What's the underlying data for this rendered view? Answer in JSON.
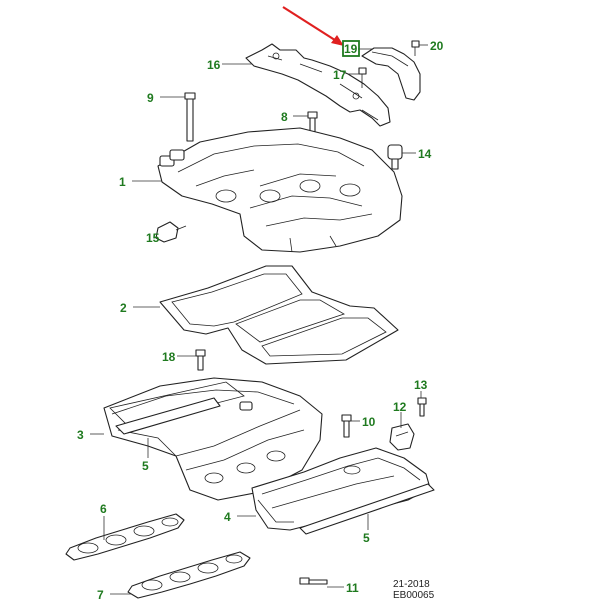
{
  "diagram": {
    "title": "Intake manifold exploded view",
    "callouts": [
      {
        "id": "c1",
        "label": "1"
      },
      {
        "id": "c2",
        "label": "2"
      },
      {
        "id": "c3",
        "label": "3"
      },
      {
        "id": "c4",
        "label": "4"
      },
      {
        "id": "c5a",
        "label": "5"
      },
      {
        "id": "c5b",
        "label": "5"
      },
      {
        "id": "c6",
        "label": "6"
      },
      {
        "id": "c7",
        "label": "7"
      },
      {
        "id": "c8",
        "label": "8"
      },
      {
        "id": "c9",
        "label": "9"
      },
      {
        "id": "c10",
        "label": "10"
      },
      {
        "id": "c11",
        "label": "11"
      },
      {
        "id": "c12",
        "label": "12"
      },
      {
        "id": "c13",
        "label": "13"
      },
      {
        "id": "c14",
        "label": "14"
      },
      {
        "id": "c15",
        "label": "15"
      },
      {
        "id": "c16",
        "label": "16"
      },
      {
        "id": "c17",
        "label": "17"
      },
      {
        "id": "c18",
        "label": "18"
      },
      {
        "id": "c19",
        "label": "19",
        "highlighted": true
      },
      {
        "id": "c20",
        "label": "20"
      }
    ],
    "reference": {
      "line1": "21-2018",
      "line2": "EB00065"
    },
    "colors": {
      "callout_text": "#1f7a1f",
      "highlight_box": "#1f7a1f",
      "arrow": "#e02020",
      "line": "#222222"
    }
  }
}
